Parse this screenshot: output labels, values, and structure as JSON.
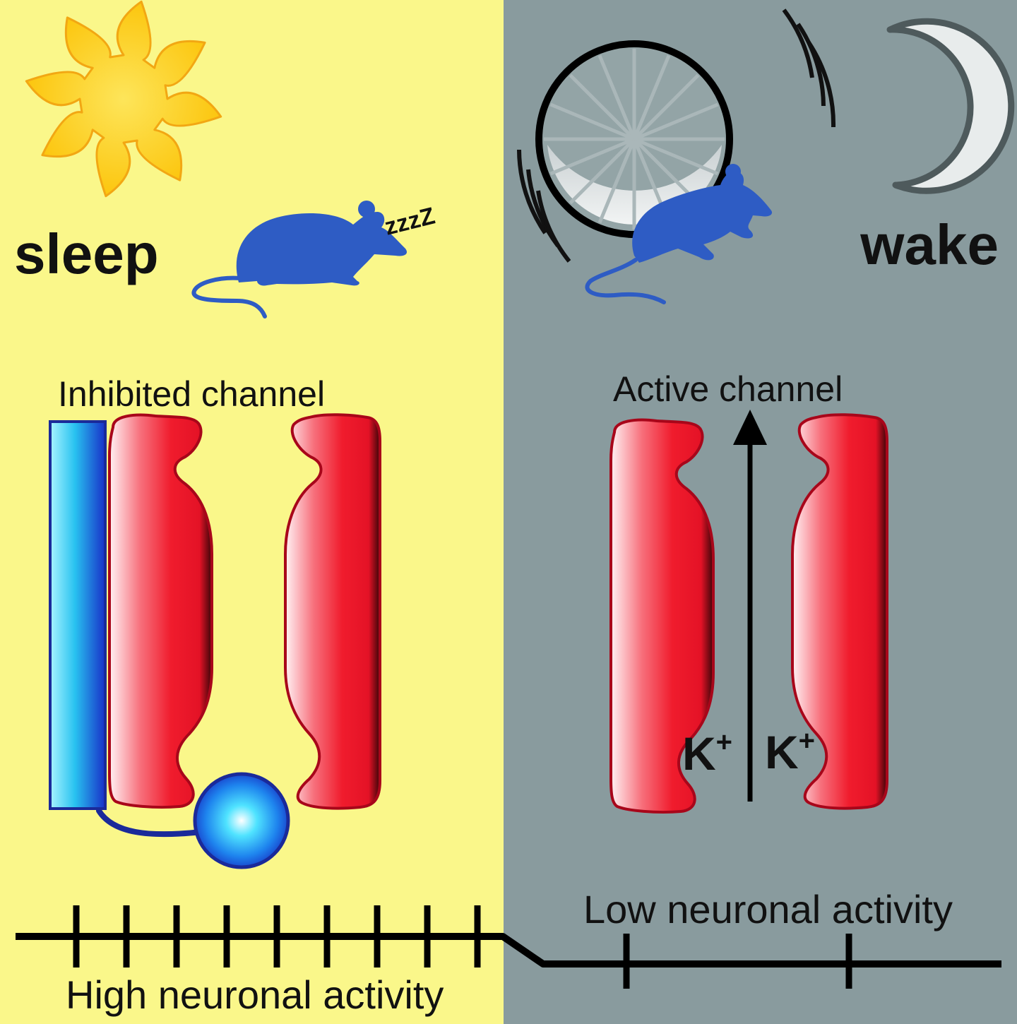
{
  "labels": {
    "sleep": "sleep",
    "wake": "wake",
    "zzz": "zzzZ",
    "inhibited_channel": "Inhibited channel",
    "active_channel": "Active channel",
    "ion_left": "K",
    "ion_right": "K",
    "ion_charge": "+",
    "high_activity": "High neuronal activity",
    "low_activity": "Low neuronal activity"
  },
  "colors": {
    "sleep_background": "#faf78a",
    "wake_background": "#899b9e",
    "mouse": "#2e5cc4",
    "channel_red": "#f01c2d",
    "blocker_blue": "#1a2a9a",
    "sun": "#fcc60f",
    "moon": "#e8ecec"
  },
  "icons": {
    "sun": "sun-icon",
    "moon": "crescent-moon-icon",
    "sleeping_mouse": "sleeping-mouse-icon",
    "running_mouse": "running-mouse-icon",
    "exercise_wheel": "exercise-wheel-icon"
  },
  "spike_trains": {
    "sleep_spike_count": 9,
    "wake_spike_count": 2
  }
}
